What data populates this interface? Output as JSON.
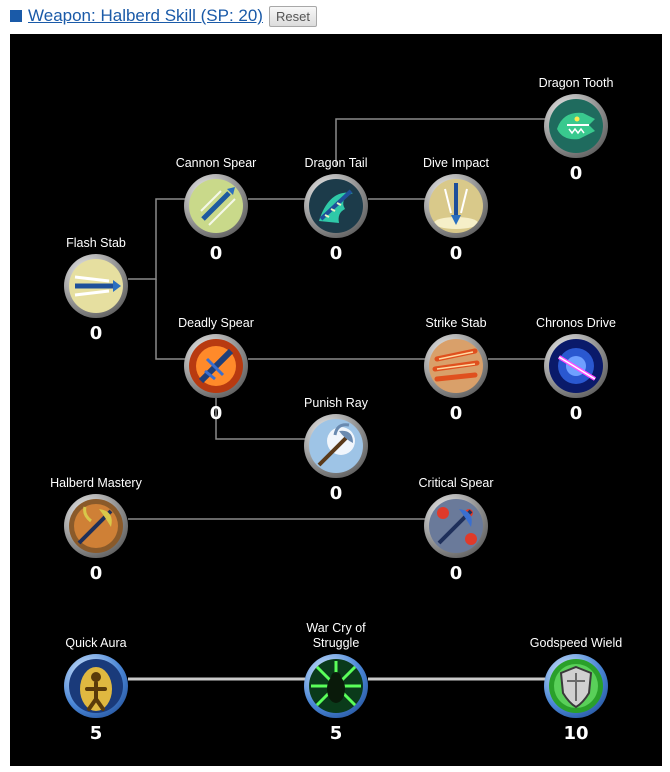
{
  "header": {
    "title": "Weapon: Halberd Skill (SP: 20)",
    "reset_label": "Reset"
  },
  "skills": {
    "dragon_tooth": {
      "name": "Dragon Tooth",
      "level": "0"
    },
    "cannon_spear": {
      "name": "Cannon Spear",
      "level": "0"
    },
    "dragon_tail": {
      "name": "Dragon Tail",
      "level": "0"
    },
    "dive_impact": {
      "name": "Dive Impact",
      "level": "0"
    },
    "flash_stab": {
      "name": "Flash Stab",
      "level": "0"
    },
    "deadly_spear": {
      "name": "Deadly Spear",
      "level": "0"
    },
    "strike_stab": {
      "name": "Strike Stab",
      "level": "0"
    },
    "chronos_drive": {
      "name": "Chronos Drive",
      "level": "0"
    },
    "punish_ray": {
      "name": "Punish Ray",
      "level": "0"
    },
    "halberd_mastery": {
      "name": "Halberd Mastery",
      "level": "0"
    },
    "critical_spear": {
      "name": "Critical Spear",
      "level": "0"
    },
    "quick_aura": {
      "name": "Quick Aura",
      "level": "5"
    },
    "war_cry": {
      "name": "War Cry of Struggle",
      "level": "5"
    },
    "godspeed_wield": {
      "name": "Godspeed Wield",
      "level": "10"
    }
  },
  "icons": {
    "dragon_tooth": "dragon-head-icon",
    "cannon_spear": "spear-blast-icon",
    "dragon_tail": "dragon-tail-icon",
    "dive_impact": "dive-strike-icon",
    "flash_stab": "flash-stab-icon",
    "deadly_spear": "deadly-spear-icon",
    "strike_stab": "triple-slash-icon",
    "chronos_drive": "time-vortex-icon",
    "punish_ray": "holy-halberd-icon",
    "halberd_mastery": "halberd-fire-icon",
    "critical_spear": "halberd-crit-icon",
    "quick_aura": "golden-aura-icon",
    "war_cry": "green-aura-icon",
    "godspeed_wield": "shield-icon"
  },
  "colors": {
    "link": "#1a5aa8",
    "tree_bg": "#000000",
    "connector": "#8a8a8a",
    "buff_connector": "#c9c9c9"
  }
}
